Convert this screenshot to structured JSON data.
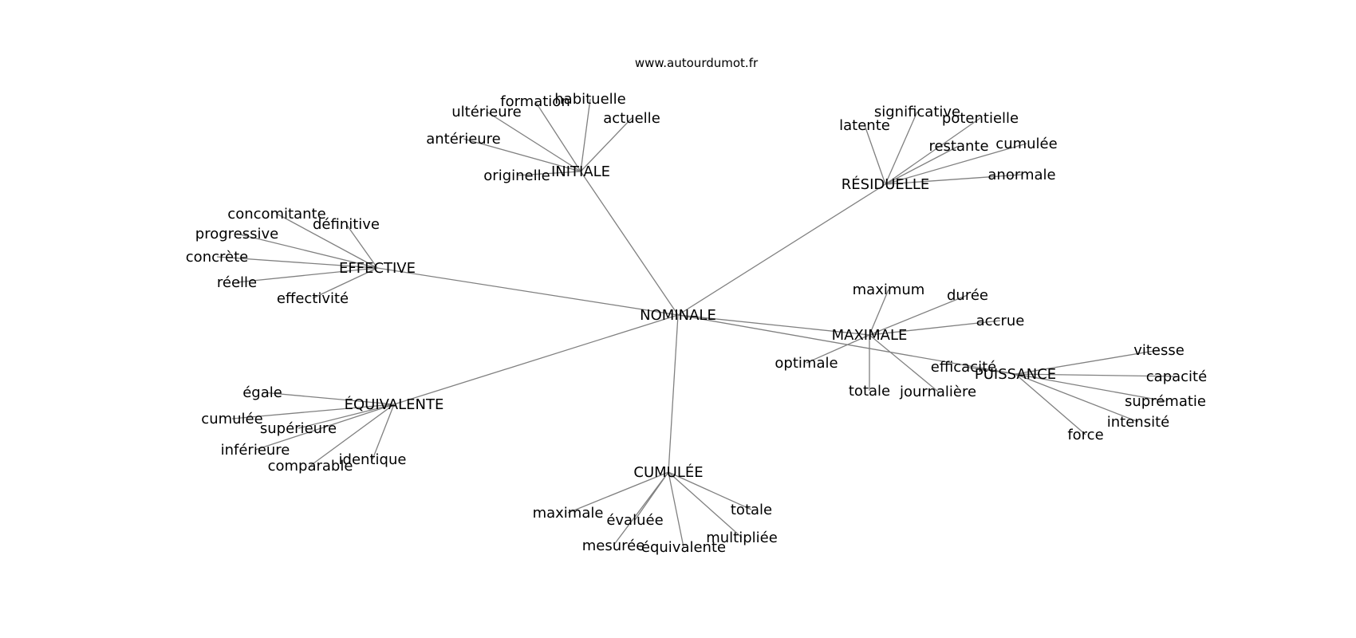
{
  "site": "www.autourdumot.fr",
  "root": "NOMINALE",
  "clusters": [
    {
      "hub": "INITIALE",
      "leaves": [
        "ultérieure",
        "formation",
        "habituelle",
        "actuelle",
        "antérieure",
        "originelle"
      ]
    },
    {
      "hub": "RÉSIDUELLE",
      "leaves": [
        "significative",
        "latente",
        "potentielle",
        "restante",
        "cumulée",
        "anormale"
      ]
    },
    {
      "hub": "EFFECTIVE",
      "leaves": [
        "concomitante",
        "définitive",
        "progressive",
        "concrète",
        "réelle",
        "effectivité"
      ]
    },
    {
      "hub": "MAXIMALE",
      "leaves": [
        "maximum",
        "durée",
        "accrue",
        "optimale",
        "totale",
        "journalière"
      ]
    },
    {
      "hub": "PUISSANCE",
      "leaves": [
        "efficacité",
        "vitesse",
        "capacité",
        "suprématie",
        "intensité",
        "force"
      ]
    },
    {
      "hub": "ÉQUIVALENTE",
      "leaves": [
        "égale",
        "cumulée",
        "supérieure",
        "inférieure",
        "comparable",
        "identique"
      ]
    },
    {
      "hub": "CUMULÉE",
      "leaves": [
        "maximale",
        "évaluée",
        "totale",
        "mesurée",
        "équivalente",
        "multipliée"
      ]
    }
  ]
}
